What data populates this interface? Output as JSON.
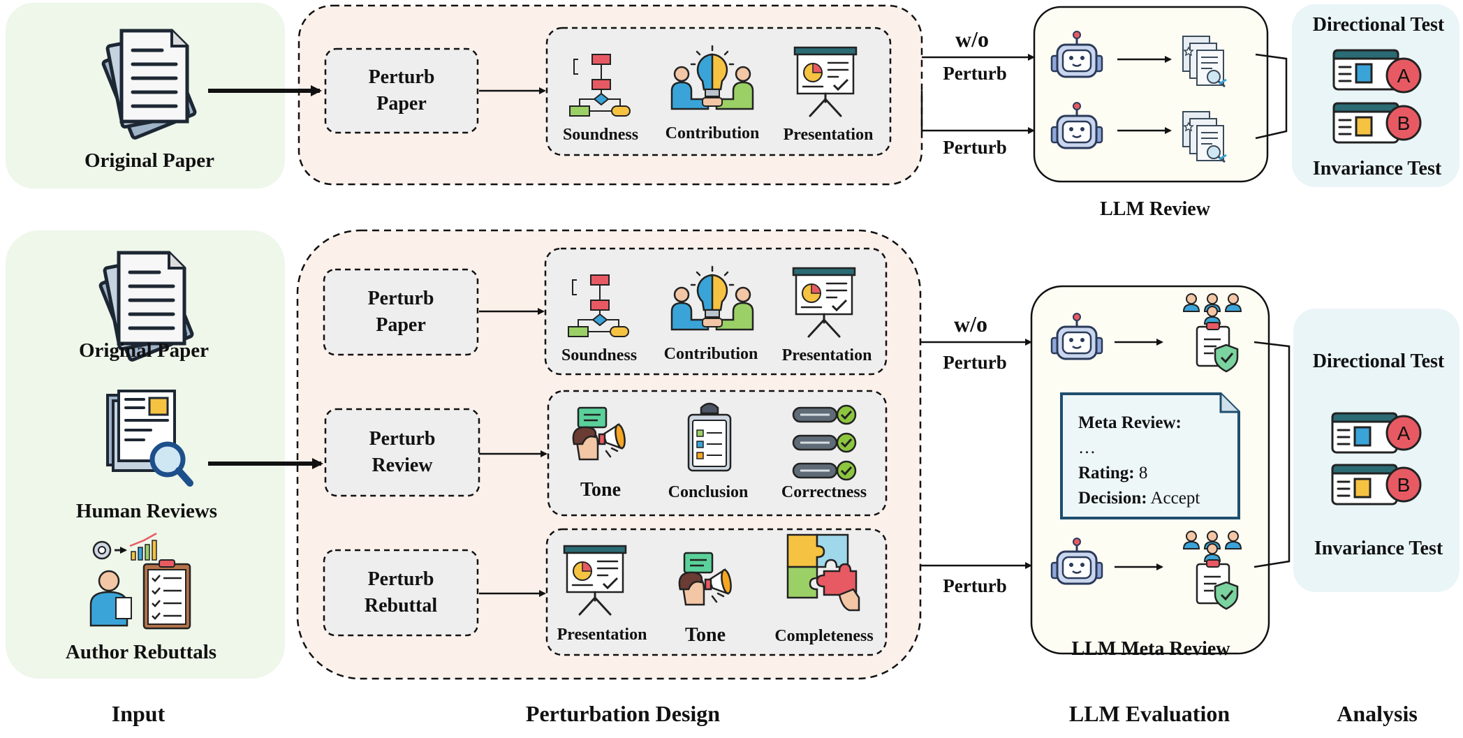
{
  "top_row": {
    "input_label": "Original Paper",
    "perturb_box": [
      "Perturb",
      "Paper"
    ],
    "aspects": [
      "Soundness",
      "Contribution",
      "Presentation"
    ],
    "branch_wo": [
      "w/o",
      "Perturb"
    ],
    "branch_perturb": "Perturb",
    "evaluation_label": "LLM Review",
    "analysis_top": "Directional Test",
    "analysis_bottom": "Invariance Test"
  },
  "bottom_row": {
    "inputs": [
      "Original Paper",
      "Human Reviews",
      "Author Rebuttals"
    ],
    "perturb_paper": [
      "Perturb",
      "Paper"
    ],
    "paper_aspects": [
      "Soundness",
      "Contribution",
      "Presentation"
    ],
    "perturb_review": [
      "Perturb",
      "Review"
    ],
    "review_aspects": [
      "Tone",
      "Conclusion",
      "Correctness"
    ],
    "perturb_rebuttal": [
      "Perturb",
      "Rebuttal"
    ],
    "rebuttal_aspects": [
      "Presentation",
      "Tone",
      "Completeness"
    ],
    "branch_wo": [
      "w/o",
      "Perturb"
    ],
    "branch_perturb": "Perturb",
    "meta_review": {
      "title": "Meta Review:",
      "ellipsis": "…",
      "rating_label": "Rating:",
      "rating_value": "8",
      "decision_label": "Decision:",
      "decision_value": "Accept"
    },
    "evaluation_label": "LLM Meta Review",
    "analysis_top": "Directional Test",
    "analysis_bottom": "Invariance Test"
  },
  "column_labels": [
    "Input",
    "Perturbation Design",
    "LLM Evaluation",
    "Analysis"
  ],
  "badges": [
    "A",
    "B"
  ],
  "colors": {
    "input_bg": "#eef7ea",
    "perturb_bg": "#fbf0ea",
    "analysis_bg": "#eaf5f8",
    "eval_bg": "#fdfdf4",
    "inner_box": "#eeeeee",
    "accent_red": "#e85a63",
    "accent_blue": "#3aa4d8",
    "accent_yellow": "#f5c242",
    "accent_green": "#7fc24a",
    "dark_teal": "#2b6b74"
  },
  "icons": [
    "document-stack-icon",
    "flowchart-icon",
    "handshake-bulb-icon",
    "presentation-board-icon",
    "robot-icon",
    "review-docs-icon",
    "browser-ab-icon",
    "megaphone-person-icon",
    "clipboard-checklist-icon",
    "checklist-bars-icon",
    "puzzle-icon",
    "reviewers-shield-icon",
    "magnifier-docs-icon",
    "author-rebuttal-icon"
  ]
}
